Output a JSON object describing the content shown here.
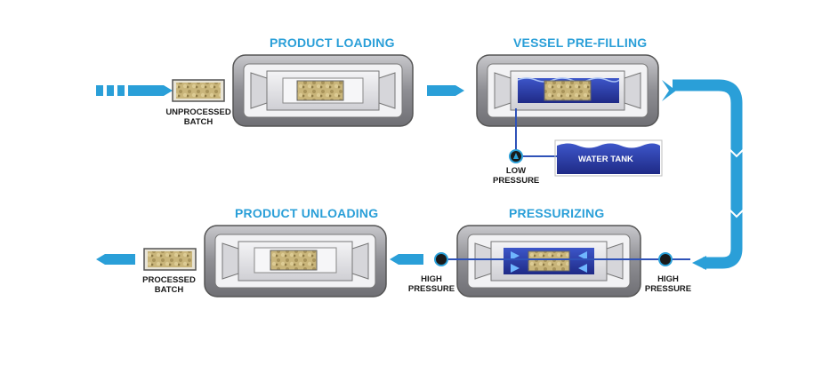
{
  "stages": {
    "loading": {
      "title": "PRODUCT LOADING"
    },
    "prefilling": {
      "title": "VESSEL PRE-FILLING"
    },
    "pressurizing": {
      "title": "PRESSURIZING"
    },
    "unloading": {
      "title": "PRODUCT UNLOADING"
    }
  },
  "labels": {
    "unprocessed_line1": "UNPROCESSED",
    "unprocessed_line2": "BATCH",
    "processed_line1": "PROCESSED",
    "processed_line2": "BATCH",
    "low_pressure_line1": "LOW",
    "low_pressure_line2": "PRESSURE",
    "high_pressure_left_line1": "HIGH",
    "high_pressure_left_line2": "PRESSURE",
    "high_pressure_right_line1": "HIGH",
    "high_pressure_right_line2": "PRESSURE",
    "water_tank": "WATER TANK"
  },
  "colors": {
    "accent_blue": "#2a9fd8",
    "water_blue": "#2f3fa8",
    "vessel_gray": "#9a9a9e",
    "product_tan": "#c9b57a"
  }
}
